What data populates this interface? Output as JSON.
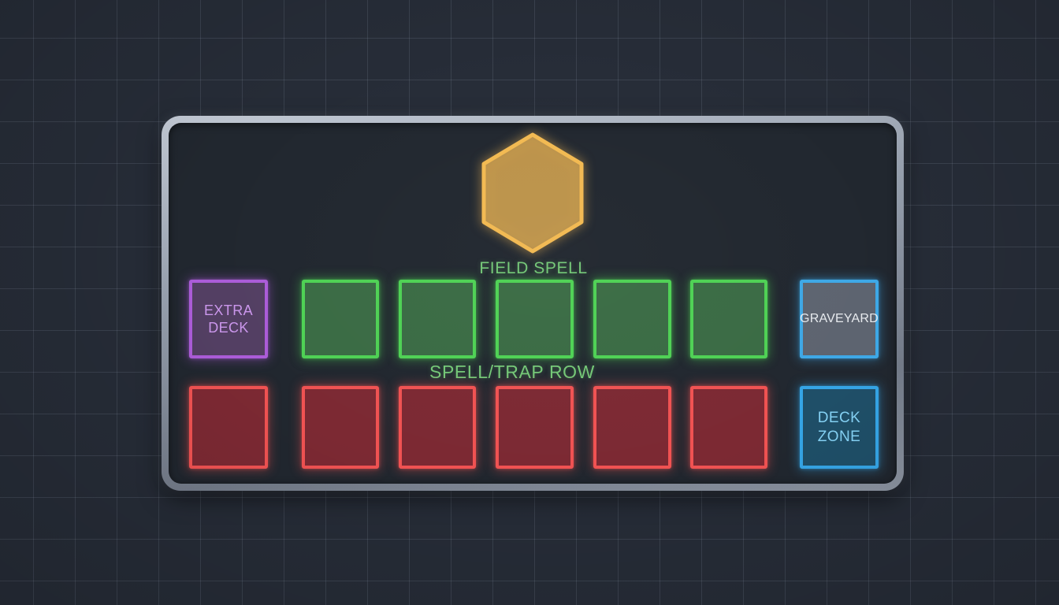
{
  "board": {
    "field_spell_zone": {
      "label": "FIELD SPELL",
      "shape": "hexagon",
      "border_color": "#f2b951",
      "fill_color": "#a08347"
    },
    "monster_row": {
      "zone_count": 5,
      "border_color": "#4ed154",
      "fill_color": "#3a6b44"
    },
    "spell_trap_row": {
      "label": "SPELL/TRAP ROW",
      "zone_count": 6,
      "border_color": "#f05252",
      "fill_color": "#7c2933"
    },
    "extra_deck": {
      "label": "EXTRA DECK",
      "border_color": "#ab5cd8"
    },
    "graveyard": {
      "label": "GRAVEYARD",
      "border_color": "#3ea8e6"
    },
    "deck_zone": {
      "label": "DECK ZONE",
      "border_color": "#35a5e6"
    },
    "caption_color": "#74c877",
    "table_background": "#262c37"
  }
}
